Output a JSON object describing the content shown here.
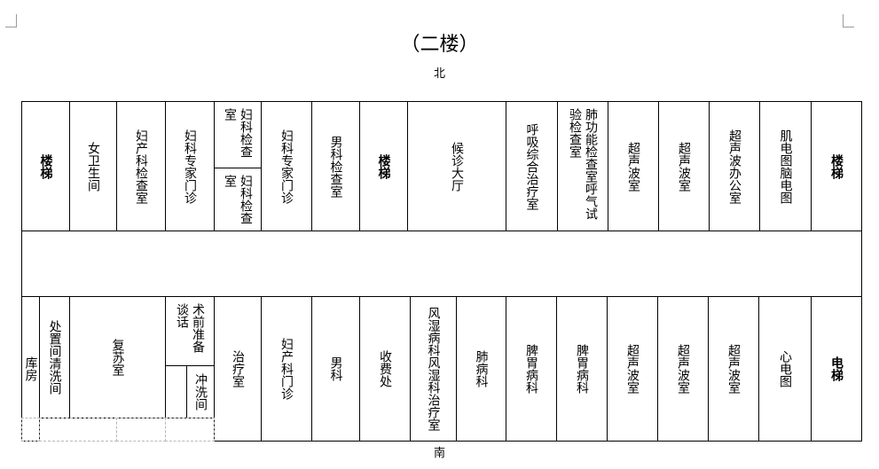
{
  "title": "（二楼）",
  "directions": {
    "north": "北",
    "south": "南"
  },
  "north_rooms": [
    {
      "id": "n-stairs-1",
      "label": "楼梯",
      "bold": true
    },
    {
      "id": "n-womens-restroom",
      "label": "女卫生间"
    },
    {
      "id": "n-obstetrics-exam",
      "label": "妇产科检查室"
    },
    {
      "id": "n-gyn-specialist-1",
      "label": "妇科专家门诊"
    },
    {
      "id": "n-gyn-exam-upper",
      "label": "妇科检查室"
    },
    {
      "id": "n-gyn-exam-lower",
      "label": "妇科检查室"
    },
    {
      "id": "n-gyn-specialist-2",
      "label": "妇科专家门诊"
    },
    {
      "id": "n-andrology-exam",
      "label": "男科检查室"
    },
    {
      "id": "n-stairs-2",
      "label": "楼梯",
      "bold": true
    },
    {
      "id": "n-waiting-hall",
      "label": "候诊大厅"
    },
    {
      "id": "n-respiratory-therapy",
      "label": "呼吸综合治疗室"
    },
    {
      "id": "n-pulmonary-function",
      "label": "肺功能检查室呼气试验检查室"
    },
    {
      "id": "n-ultrasound-1",
      "label": "超声波室"
    },
    {
      "id": "n-ultrasound-2",
      "label": "超声波室"
    },
    {
      "id": "n-ultrasound-office",
      "label": "超声波办公室"
    },
    {
      "id": "n-emg-eeg",
      "label": "肌电图脑电图"
    },
    {
      "id": "n-stairs-3",
      "label": "楼梯",
      "bold": true
    }
  ],
  "south_rooms": [
    {
      "id": "s-storeroom",
      "label": "库房"
    },
    {
      "id": "s-instrument-cleaning",
      "label": "处置间清洗间"
    },
    {
      "id": "s-recovery",
      "label": "复苏室"
    },
    {
      "id": "s-preop-talk",
      "label": "术前准备谈话"
    },
    {
      "id": "s-flush",
      "label": "冲洗间"
    },
    {
      "id": "s-treatment",
      "label": "治疗室"
    },
    {
      "id": "s-obstetrics-clinic",
      "label": "妇产科门诊"
    },
    {
      "id": "s-andrology",
      "label": "男科"
    },
    {
      "id": "s-cashier",
      "label": "收费处"
    },
    {
      "id": "s-rheumatology-therapy",
      "label": "风湿病科风湿科治疗室"
    },
    {
      "id": "s-pulmonology",
      "label": "肺病科"
    },
    {
      "id": "s-gastro-1",
      "label": "脾胃病科"
    },
    {
      "id": "s-gastro-2",
      "label": "脾胃病科"
    },
    {
      "id": "s-ultrasound-3",
      "label": "超声波室"
    },
    {
      "id": "s-ultrasound-4",
      "label": "超声波室"
    },
    {
      "id": "s-ultrasound-5",
      "label": "超声波室"
    },
    {
      "id": "s-ecg",
      "label": "心电图"
    },
    {
      "id": "s-elevator",
      "label": "电梯",
      "bold": true
    }
  ]
}
